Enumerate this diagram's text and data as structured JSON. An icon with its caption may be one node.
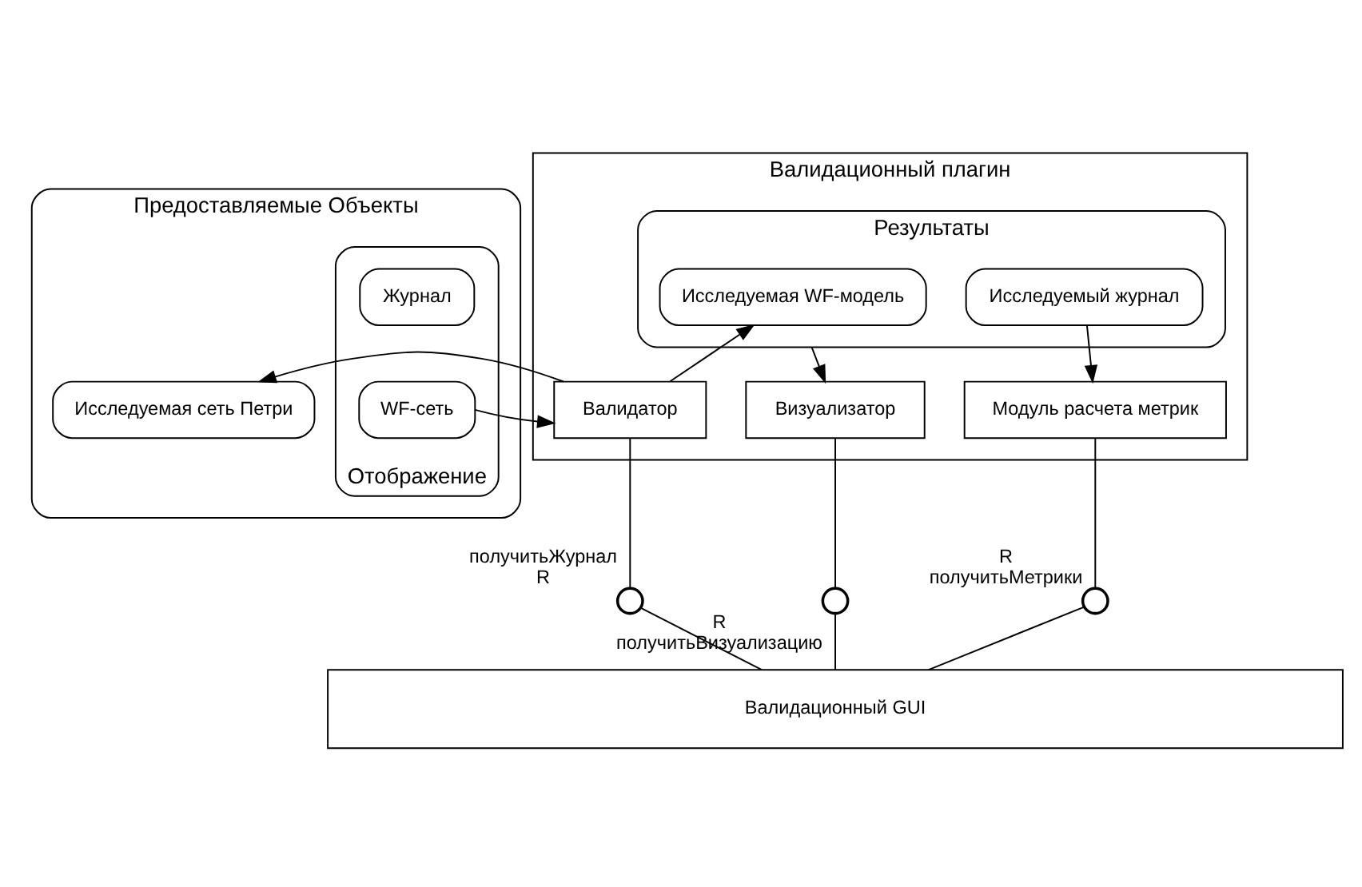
{
  "diagram": {
    "nodes": [
      {
        "text": [
          "Предоставляемые Объекты"
        ]
      },
      {
        "text": [
          "Отображение"
        ],
        "in": 0
      },
      {
        "text": [
          "Журнал"
        ],
        "in": 1
      },
      {
        "text": [
          "WF-сеть"
        ],
        "in": 1
      },
      {
        "text": [
          "Исследуемая сеть Петри"
        ],
        "in": 0
      },
      {
        "text": [
          "Валидационный плагин"
        ]
      },
      {
        "text": [
          "Результаты"
        ],
        "in": 5
      },
      {
        "text": [
          "Исследуемая WF-модель"
        ],
        "in": 6
      },
      {
        "text": [
          "Исследуемый журнал"
        ],
        "in": 6
      },
      {
        "text": [
          "Валидатор"
        ],
        "in": 5
      },
      {
        "text": [
          "Визуализатор"
        ],
        "in": 5
      },
      {
        "text": [
          "Модуль расчета метрик"
        ],
        "in": 5
      },
      {
        "text": [],
        "shape": "circle",
        "beside": [
          "получитьЖурнал",
          "R"
        ]
      },
      {
        "text": [],
        "shape": "circle",
        "beside": [
          "R",
          "получитьВизуализацию"
        ]
      },
      {
        "text": [],
        "shape": "circle",
        "beside": [
          "R",
          "получитьМетрики"
        ]
      },
      {
        "text": [
          "Валидационный GUI"
        ]
      }
    ],
    "edges": [
      {
        "from": 3,
        "to": 9,
        "arrow": "to"
      },
      {
        "from": 9,
        "to": 4,
        "arrow": "to"
      },
      {
        "from": 9,
        "to": 7,
        "arrow": "to"
      },
      {
        "from": 6,
        "to": 10,
        "arrow": "to"
      },
      {
        "from": 8,
        "to": 11,
        "arrow": "to"
      },
      {
        "from": 9,
        "to": 12,
        "arrow": "none"
      },
      {
        "from": 10,
        "to": 13,
        "arrow": "none"
      },
      {
        "from": 11,
        "to": 14,
        "arrow": "none"
      },
      {
        "from": 15,
        "to": 12,
        "arrow": "none"
      },
      {
        "from": 15,
        "to": 13,
        "arrow": "none"
      },
      {
        "from": 15,
        "to": 14,
        "arrow": "none"
      }
    ]
  }
}
